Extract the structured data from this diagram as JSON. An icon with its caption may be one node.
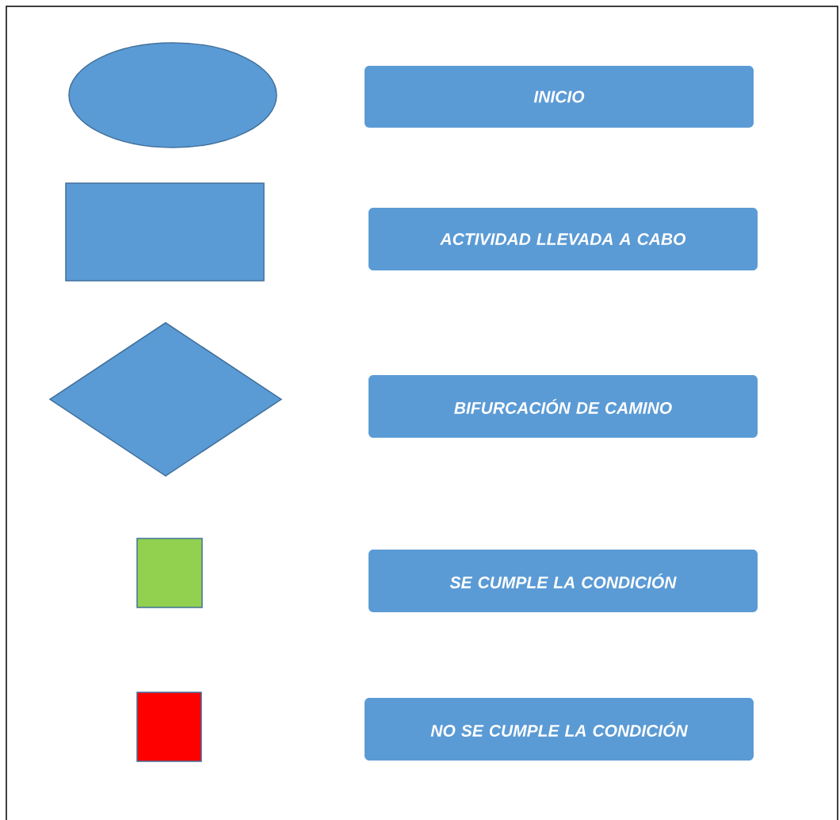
{
  "diagram": {
    "nodes": [
      {
        "text": [],
        "shape": "ellipse"
      },
      {
        "text": [
          "INICIO"
        ]
      },
      {
        "text": [],
        "shape": "box"
      },
      {
        "text": [
          "ACTIVIDAD LLEVADA A CABO"
        ]
      },
      {
        "text": [],
        "shape": "diamond"
      },
      {
        "text": [
          "BIFURCACIÓN DE CAMINO"
        ]
      },
      {
        "text": [],
        "shape": "box"
      },
      {
        "text": [
          "SE CUMPLE LA CONDICIÓN"
        ]
      },
      {
        "text": [],
        "shape": "box"
      },
      {
        "text": [
          "NO SE CUMPLE LA CONDICIÓN"
        ]
      }
    ]
  }
}
